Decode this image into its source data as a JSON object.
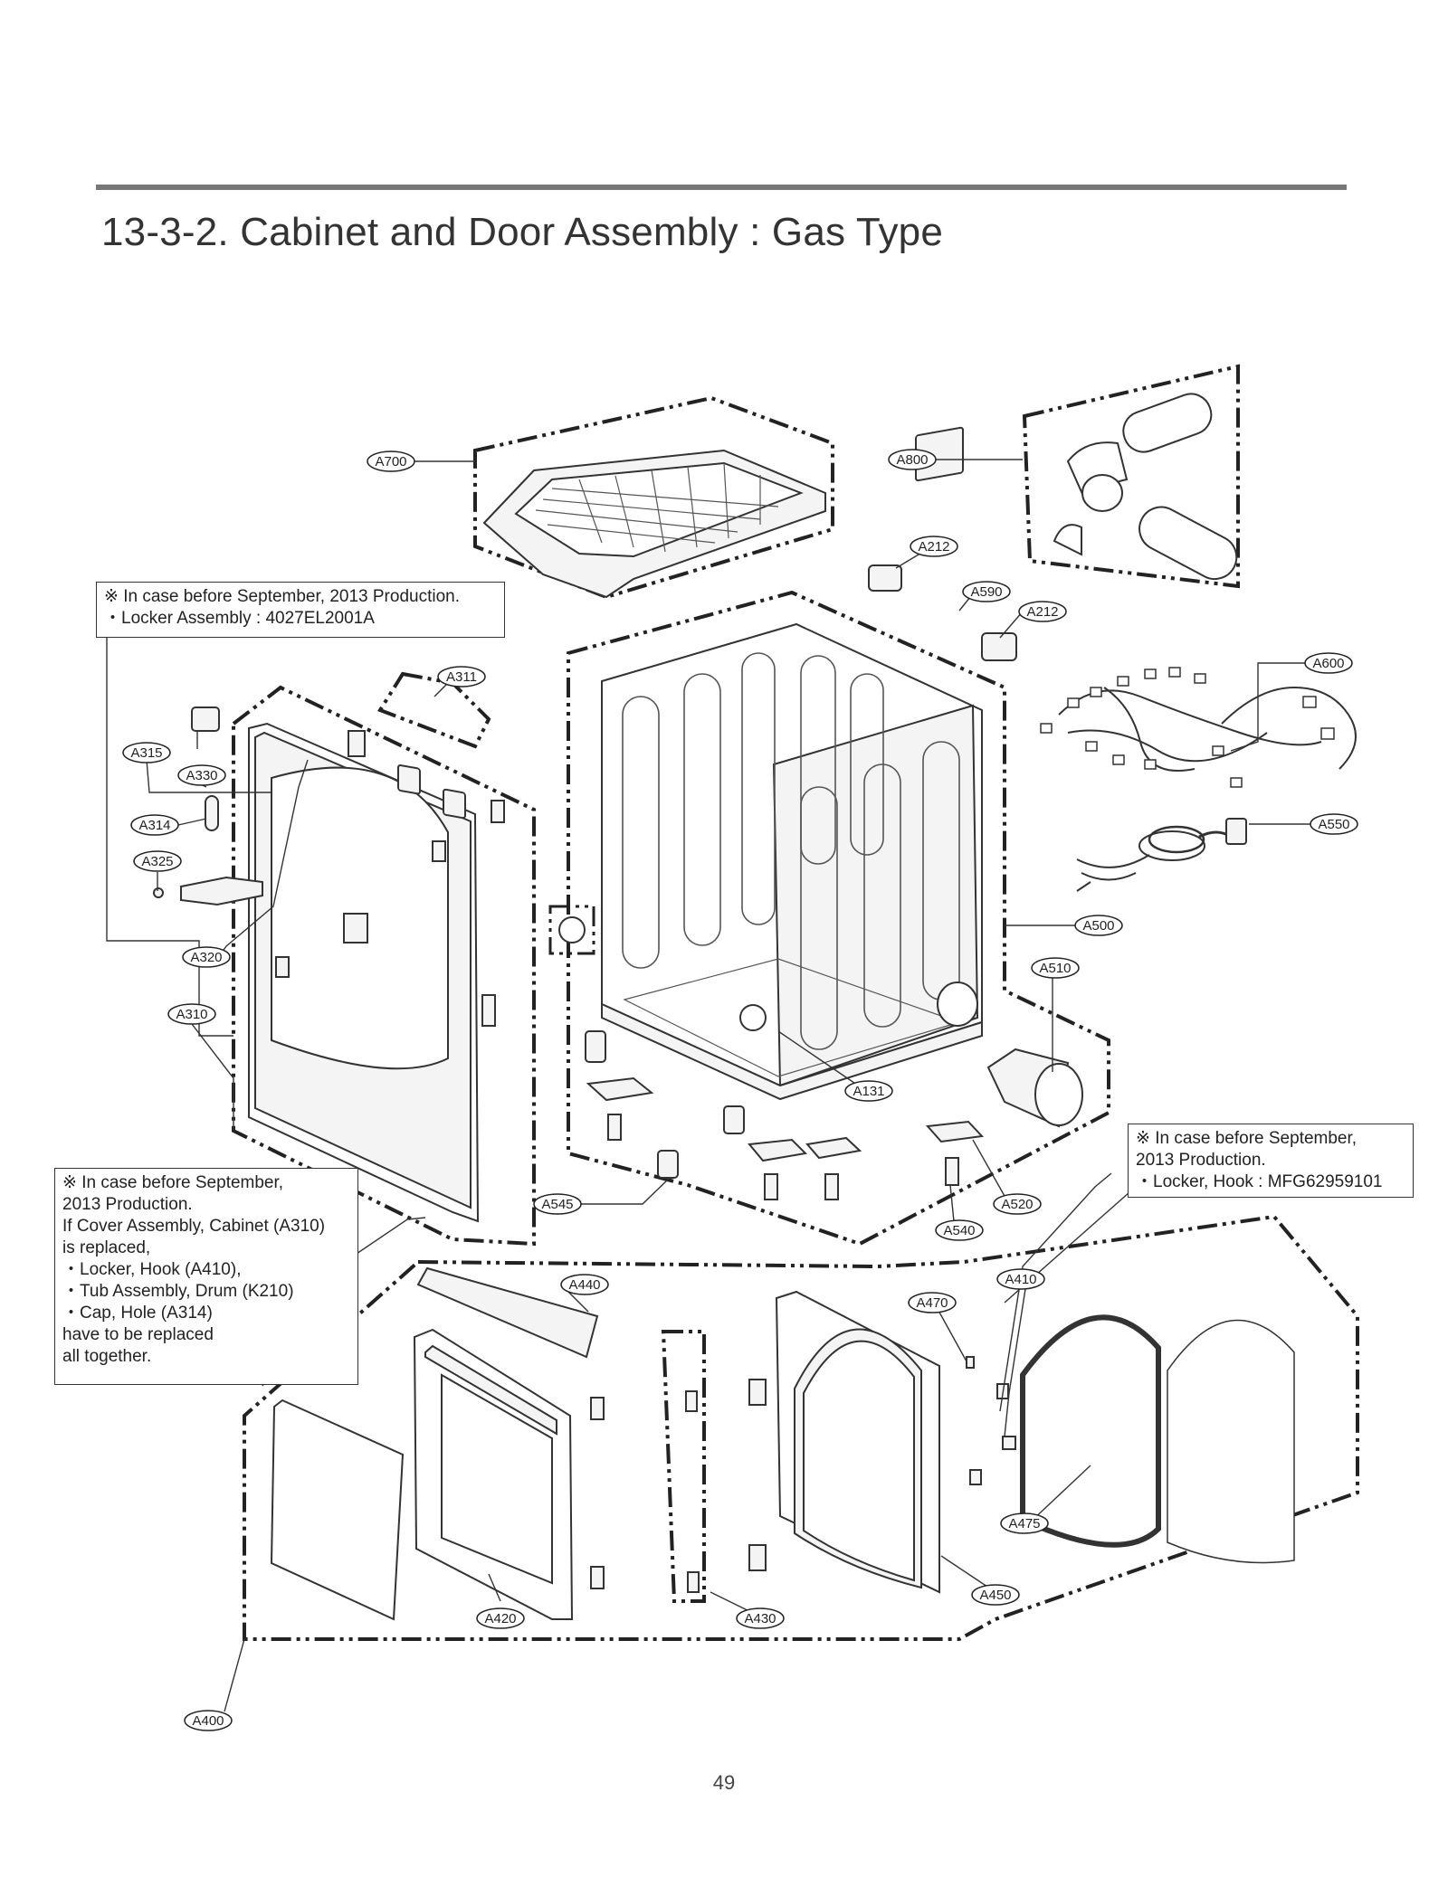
{
  "header": {
    "title": "13-3-2. Cabinet and Door Assembly : Gas Type",
    "page_number": "49"
  },
  "notes": {
    "top_left": [
      "※ In case before September, 2013 Production.",
      "・Locker Assembly : 4027EL2001A"
    ],
    "left": [
      "※ In case before September,",
      "2013 Production.",
      "If Cover Assembly, Cabinet (A310)",
      "is replaced,",
      "・Locker, Hook (A410),",
      "・Tub Assembly, Drum (K210)",
      "・Cap, Hole (A314)",
      "have to be replaced",
      "all together."
    ],
    "right": [
      "※ In case before September,",
      "2013 Production.",
      "・Locker, Hook : MFG62959101"
    ]
  },
  "parts": {
    "A700": "A700",
    "A800": "A800",
    "A212a": "A212",
    "A590": "A590",
    "A212b": "A212",
    "A600": "A600",
    "A311": "A311",
    "A315": "A315",
    "A330": "A330",
    "A314": "A314",
    "A325": "A325",
    "A320": "A320",
    "A310": "A310",
    "A550": "A550",
    "A500": "A500",
    "A510": "A510",
    "A131": "A131",
    "A545": "A545",
    "A520": "A520",
    "A540": "A540",
    "A410": "A410",
    "A440": "A440",
    "A470": "A470",
    "A475": "A475",
    "A450": "A450",
    "A430": "A430",
    "A420": "A420",
    "A400": "A400"
  }
}
